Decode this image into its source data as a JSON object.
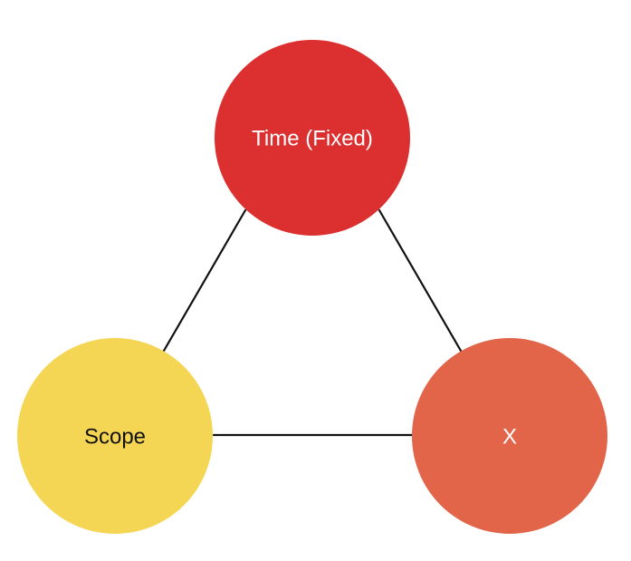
{
  "diagram": {
    "nodes": {
      "time": {
        "label": "Time (Fixed)",
        "fill": "#DC3030",
        "text_color": "#FFFFFF"
      },
      "scope": {
        "label": "Scope",
        "fill": "#F4D654",
        "text_color": "#111111"
      },
      "x": {
        "label": "X",
        "fill": "#E2654A",
        "text_color": "#FFFFFF"
      }
    },
    "edges": [
      {
        "from": "time",
        "to": "scope"
      },
      {
        "from": "time",
        "to": "x"
      },
      {
        "from": "scope",
        "to": "x"
      }
    ]
  }
}
